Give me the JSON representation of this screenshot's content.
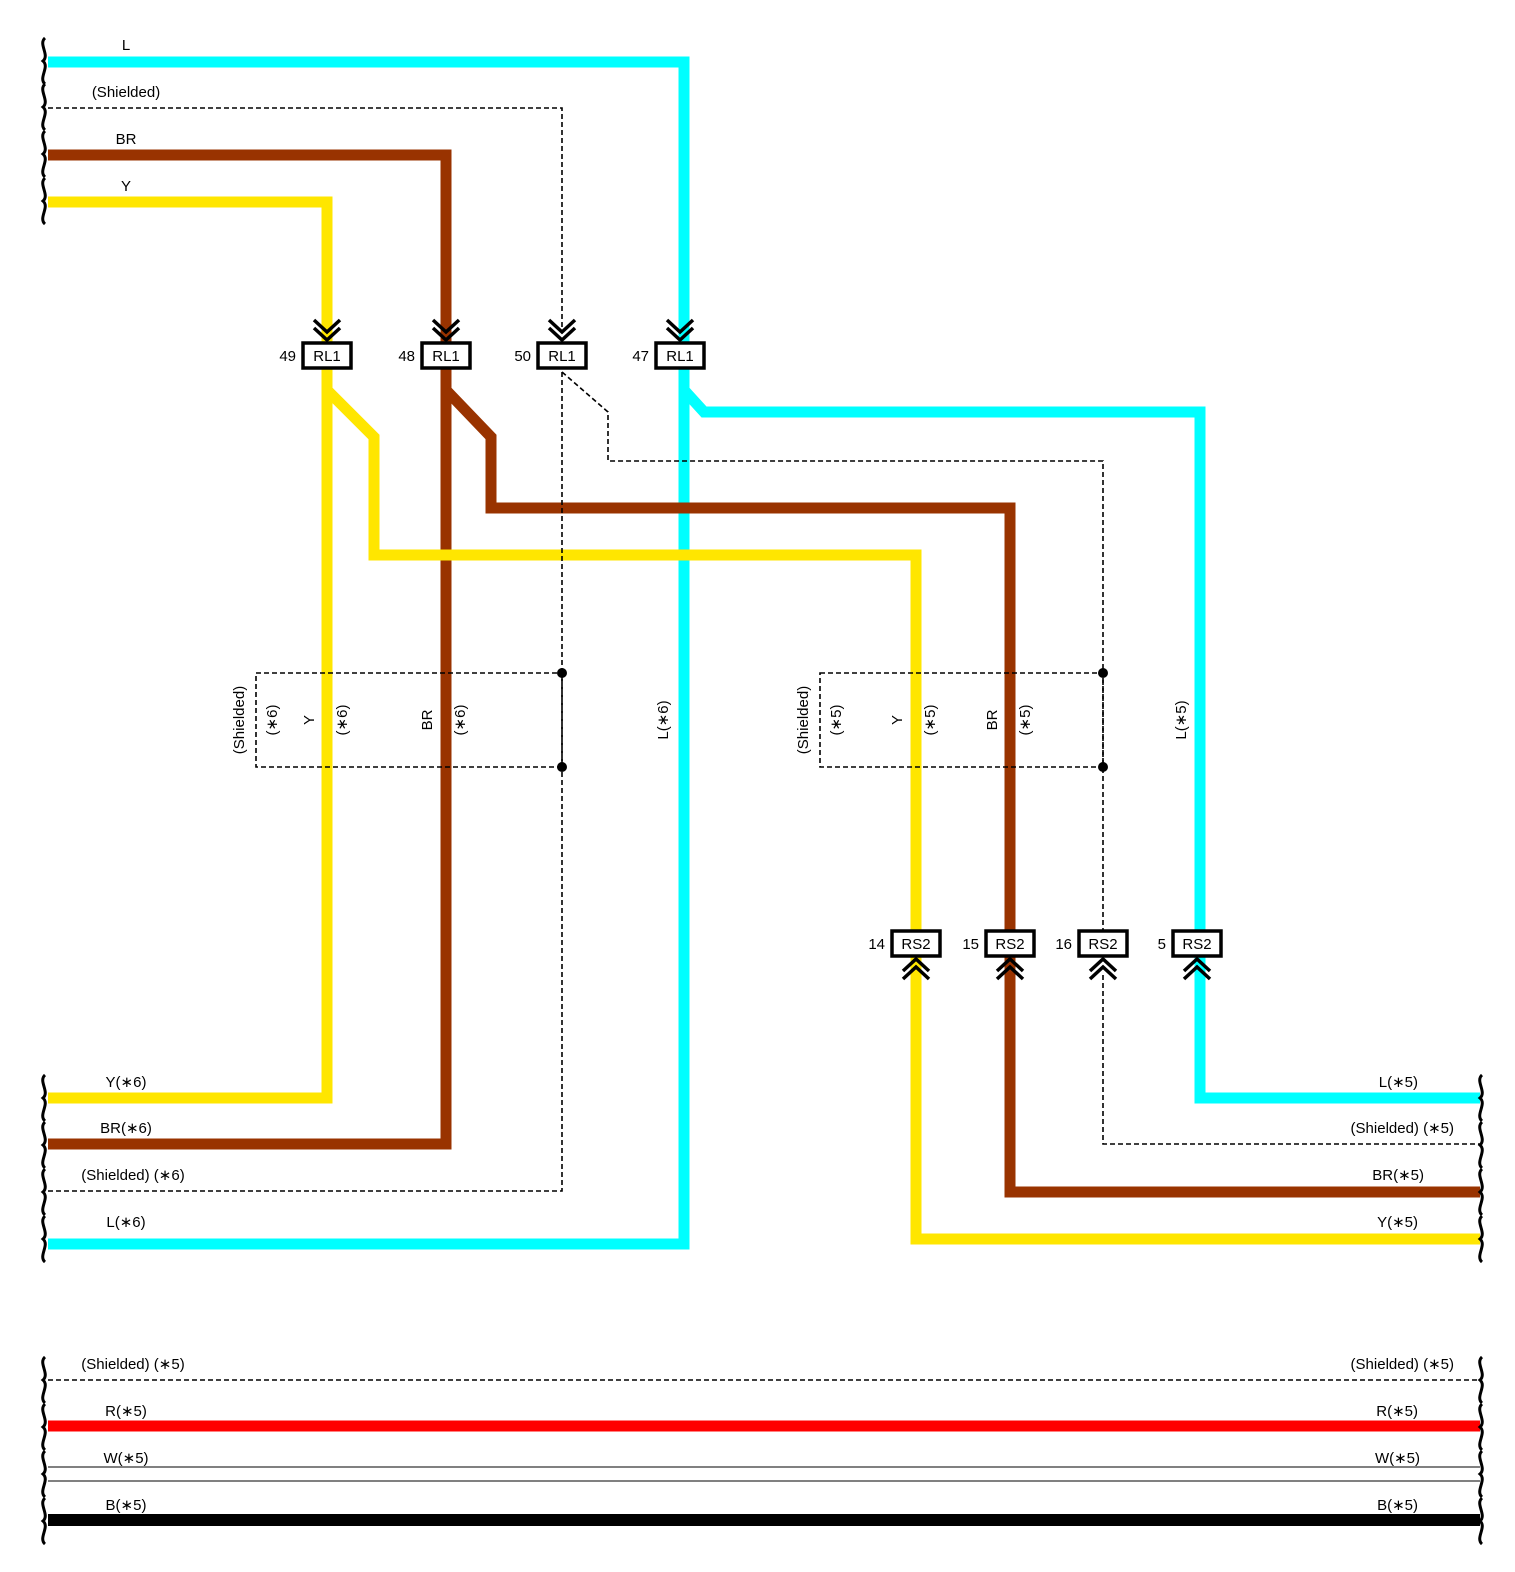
{
  "colors": {
    "L": "#00ffff",
    "BR": "#993300",
    "Y": "#ffe600",
    "R": "#ff0000",
    "W": "#ffffff",
    "B": "#000000",
    "shield": "#000000"
  },
  "top_left_wires": [
    {
      "label": "L",
      "color": "L"
    },
    {
      "label": "(Shielded)",
      "color": "shield"
    },
    {
      "label": "BR",
      "color": "BR"
    },
    {
      "label": "Y",
      "color": "Y"
    }
  ],
  "connectors_top": [
    {
      "pin": "49",
      "name": "RL1"
    },
    {
      "pin": "48",
      "name": "RL1"
    },
    {
      "pin": "50",
      "name": "RL1"
    },
    {
      "pin": "47",
      "name": "RL1"
    }
  ],
  "connectors_bottom": [
    {
      "pin": "14",
      "name": "RS2"
    },
    {
      "pin": "15",
      "name": "RS2"
    },
    {
      "pin": "16",
      "name": "RS2"
    },
    {
      "pin": "5",
      "name": "RS2"
    }
  ],
  "shield_box_left_labels": [
    "(Shielded)",
    "(∗6)",
    "Y",
    "(∗6)",
    "BR",
    "(∗6)"
  ],
  "shield_box_right_labels": [
    "(Shielded)",
    "(∗5)",
    "Y",
    "(∗5)",
    "BR",
    "(∗5)"
  ],
  "vertical_labels": {
    "l6": "L(∗6)",
    "l5": "L(∗5)"
  },
  "bottom_left_wires": [
    {
      "label": "Y(∗6)",
      "color": "Y"
    },
    {
      "label": "BR(∗6)",
      "color": "BR"
    },
    {
      "label": "(Shielded) (∗6)",
      "color": "shield"
    },
    {
      "label": "L(∗6)",
      "color": "L"
    }
  ],
  "bottom_right_wires": [
    {
      "label": "L(∗5)",
      "color": "L"
    },
    {
      "label": "(Shielded) (∗5)",
      "color": "shield"
    },
    {
      "label": "BR(∗5)",
      "color": "BR"
    },
    {
      "label": "Y(∗5)",
      "color": "Y"
    }
  ],
  "through_wires": [
    {
      "left_label": "(Shielded) (∗5)",
      "right_label": "(Shielded) (∗5)",
      "color": "shield"
    },
    {
      "left_label": "R(∗5)",
      "right_label": "R(∗5)",
      "color": "R"
    },
    {
      "left_label": "W(∗5)",
      "right_label": "W(∗5)",
      "color": "W"
    },
    {
      "left_label": "B(∗5)",
      "right_label": "B(∗5)",
      "color": "B"
    }
  ]
}
